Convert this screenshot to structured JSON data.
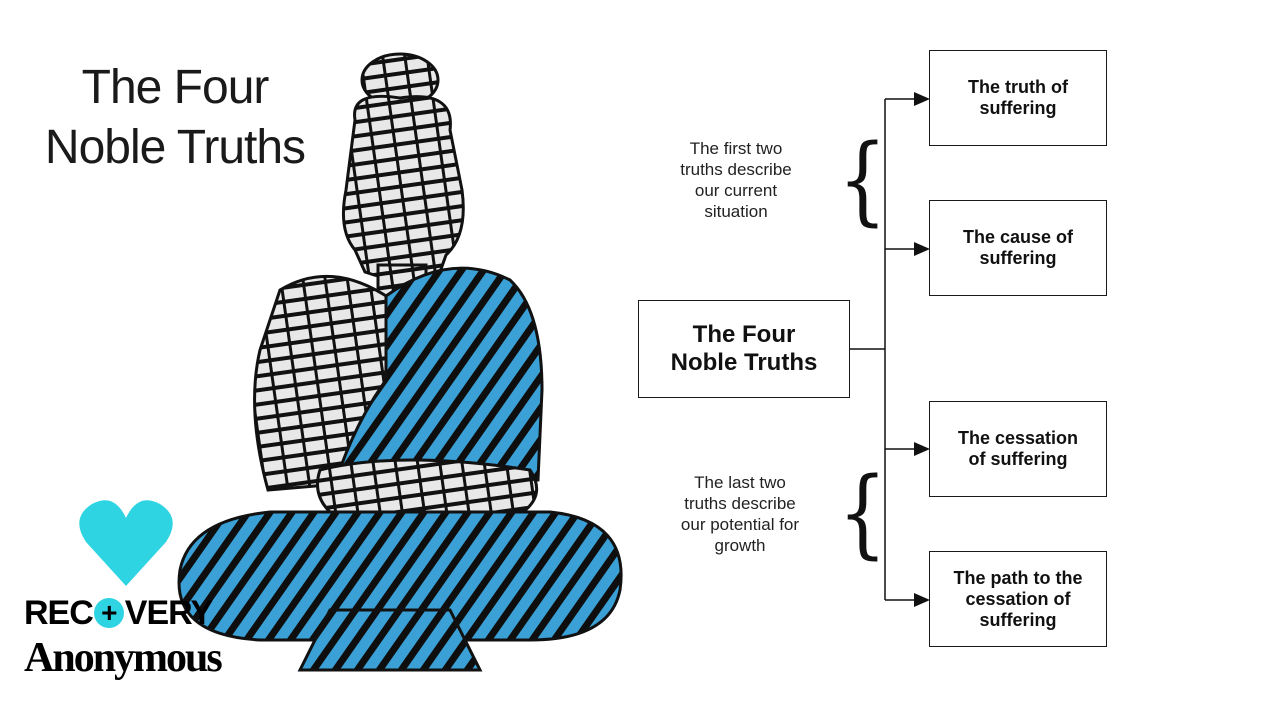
{
  "title": {
    "line1": "The Four",
    "line2": "Noble Truths"
  },
  "diagram": {
    "root": {
      "line1": "The Four",
      "line2": "Noble Truths"
    },
    "truths": [
      {
        "line1": "The truth of",
        "line2": "suffering"
      },
      {
        "line1": "The cause of",
        "line2": "suffering"
      },
      {
        "line1": "The cessation",
        "line2": "of suffering"
      },
      {
        "line1": "The path to the",
        "line2": "cessation of",
        "line3": "suffering"
      }
    ],
    "note_top": {
      "line1": "The first two",
      "line2": "truths describe",
      "line3": "our current",
      "line4": "situation"
    },
    "note_bottom": {
      "line1": "The last two",
      "line2": "truths describe",
      "line3": "our potential for",
      "line4": "growth"
    }
  },
  "logo": {
    "word": "REC+VERY",
    "word_left": "REC",
    "word_plus": "+",
    "word_right": "VERY",
    "sub": "Anonymous"
  },
  "colors": {
    "accent": "#2fd4e3",
    "robe": "#2a8fc4",
    "ink": "#111111"
  },
  "icons": [
    "heart-icon",
    "buddha-illustration",
    "brace-icon",
    "arrow-icon"
  ]
}
